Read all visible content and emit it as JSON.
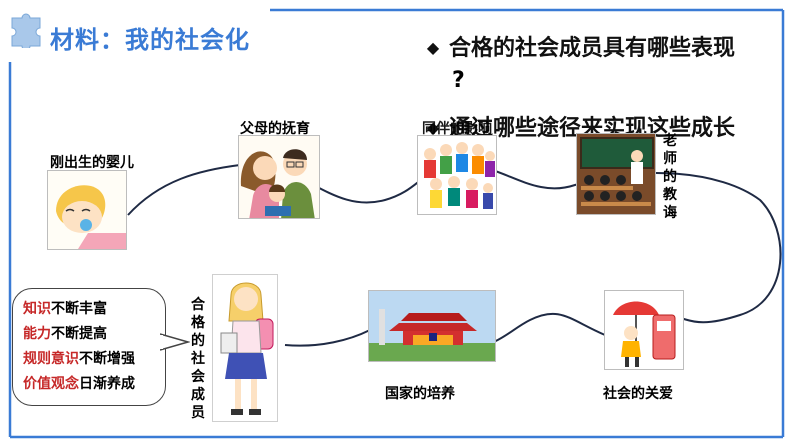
{
  "title": "材料：我的社会化",
  "questions": [
    "合格的社会成员具有哪些表现",
    "?",
    "通过哪些途径来实现这些成长"
  ],
  "question_bullet": "◆",
  "labels": {
    "newborn": "刚出生的婴儿",
    "parents": "父母的抚育",
    "peers": "同伴的影响",
    "teacher": "老师的教诲",
    "society": "社会的关爱",
    "nation": "国家的培养",
    "member": "合格的社会成员"
  },
  "bubble": [
    {
      "highlight": "知识",
      "rest": "不断丰富"
    },
    {
      "highlight": "能力",
      "rest": "不断提高"
    },
    {
      "highlight": "规则意识",
      "rest": "不断增强"
    },
    {
      "highlight": "价值观念",
      "rest": "日渐养成"
    }
  ]
}
